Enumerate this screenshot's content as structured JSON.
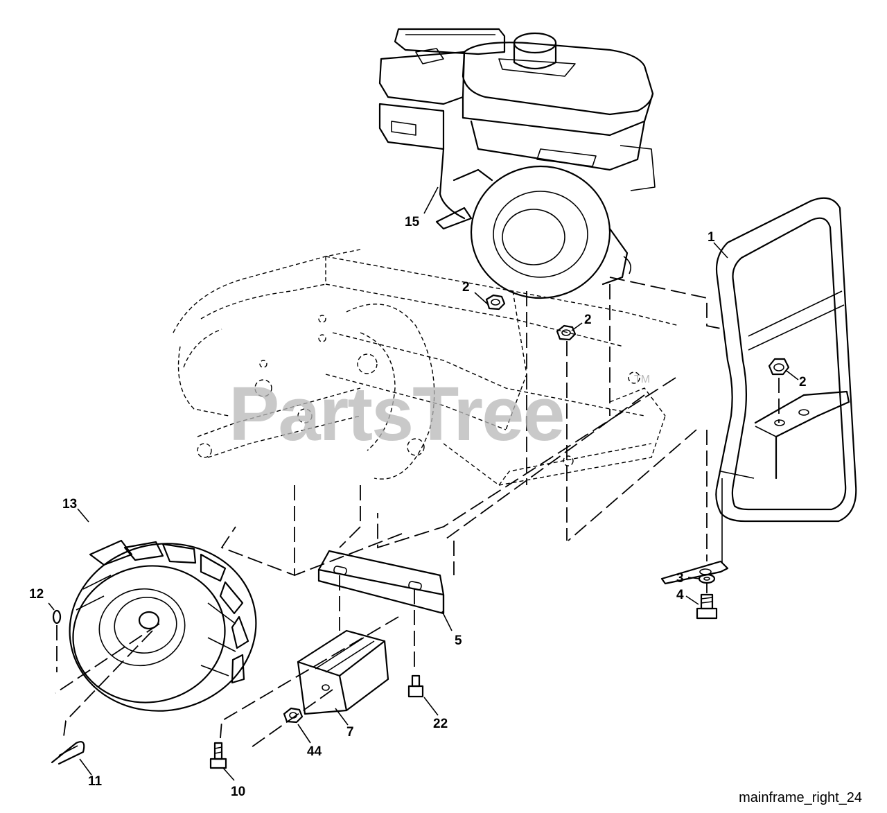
{
  "watermark": {
    "text": "PartsTree",
    "tm": "TM"
  },
  "diagram_ref": "mainframe_right_24",
  "callouts": [
    {
      "id": "c15",
      "label": "15"
    },
    {
      "id": "c1",
      "label": "1"
    },
    {
      "id": "c2a",
      "label": "2"
    },
    {
      "id": "c2b",
      "label": "2"
    },
    {
      "id": "c2c",
      "label": "2"
    },
    {
      "id": "c3",
      "label": "3"
    },
    {
      "id": "c4",
      "label": "4"
    },
    {
      "id": "c13",
      "label": "13"
    },
    {
      "id": "c12",
      "label": "12"
    },
    {
      "id": "c5",
      "label": "5"
    },
    {
      "id": "c22",
      "label": "22"
    },
    {
      "id": "c7",
      "label": "7"
    },
    {
      "id": "c44",
      "label": "44"
    },
    {
      "id": "c11",
      "label": "11"
    },
    {
      "id": "c10",
      "label": "10"
    }
  ]
}
